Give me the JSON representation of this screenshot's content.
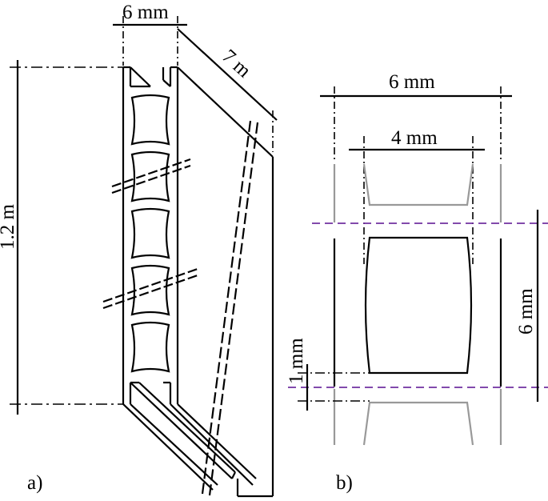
{
  "panel_a": {
    "label": "a)",
    "width_dim": "6 mm",
    "length_dim": "7 m",
    "height_dim": "1.2 m"
  },
  "panel_b": {
    "label": "b)",
    "outer_width_dim": "6 mm",
    "inner_width_dim": "4 mm",
    "cell_pitch_dim": "6 mm",
    "wall_thickness_dim": "1 mm"
  },
  "colors": {
    "line": "#000000",
    "hidden_outline": "#999999",
    "section_guide": "#7030A0"
  }
}
